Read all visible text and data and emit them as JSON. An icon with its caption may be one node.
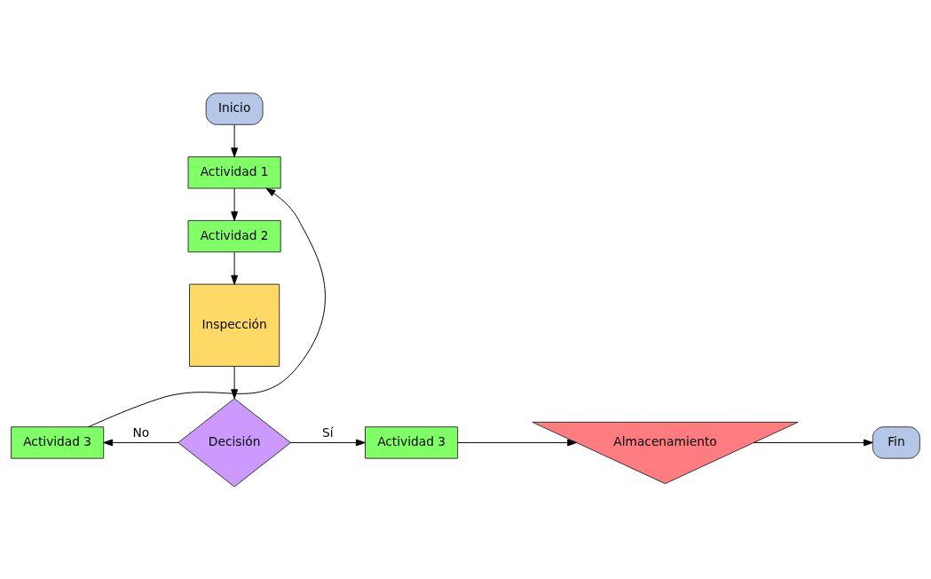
{
  "diagram": {
    "nodes": [
      {
        "text": [
          "Inicio"
        ]
      },
      {
        "text": [
          "Actividad 1"
        ]
      },
      {
        "text": [
          "Actividad 2"
        ]
      },
      {
        "text": [
          "Inspección"
        ]
      },
      {
        "text": [
          "Decisión"
        ]
      },
      {
        "text": [
          "Actividad 3"
        ]
      },
      {
        "text": [
          "Actividad 3"
        ]
      },
      {
        "text": [
          "Almacenamiento"
        ]
      },
      {
        "text": [
          "Fin"
        ]
      }
    ],
    "edges": [
      {
        "from": 0,
        "to": 1,
        "arrow": "to"
      },
      {
        "from": 1,
        "to": 2,
        "arrow": "to"
      },
      {
        "from": 2,
        "to": 3,
        "arrow": "to"
      },
      {
        "from": 3,
        "to": 4,
        "arrow": "to"
      },
      {
        "from": 4,
        "to": 5,
        "arrow": "to",
        "label": "No"
      },
      {
        "from": 4,
        "to": 6,
        "arrow": "to",
        "label": "Sí"
      },
      {
        "from": 6,
        "to": 7,
        "arrow": "to"
      },
      {
        "from": 7,
        "to": 8,
        "arrow": "to"
      },
      {
        "from": 5,
        "to": 1,
        "arrow": "to"
      }
    ]
  }
}
